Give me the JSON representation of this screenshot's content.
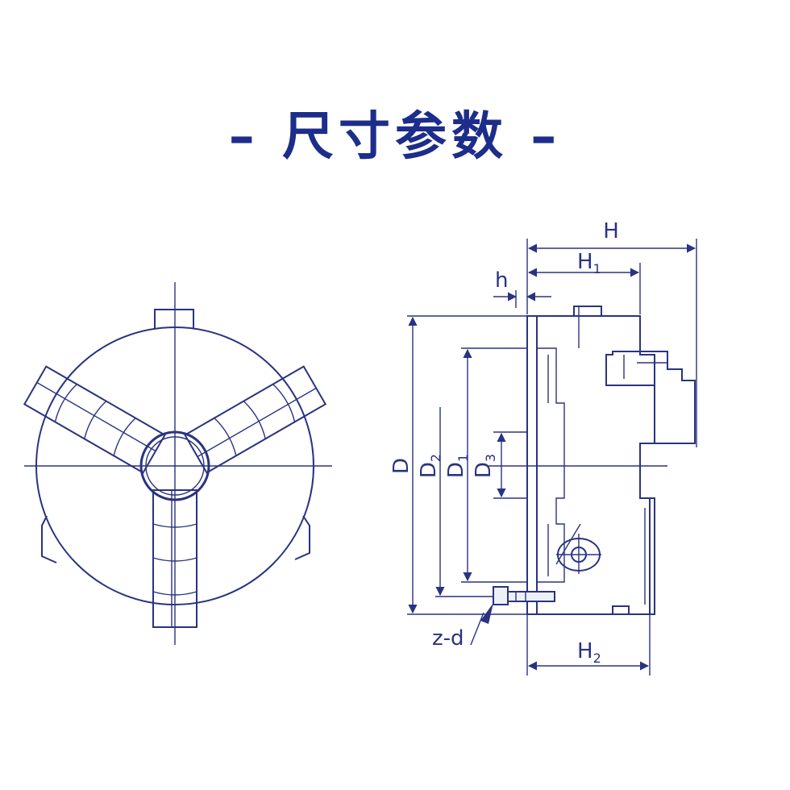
{
  "title": "– 尺寸参数 –",
  "labels": {
    "H": "H",
    "H1_main": "H",
    "H1_sub": "1",
    "h": "h",
    "D": "D",
    "D2_main": "D",
    "D2_sub": "2",
    "D1_main": "D",
    "D1_sub": "1",
    "D3_main": "D",
    "D3_sub": "3",
    "zd": "z-d",
    "H2_main": "H",
    "H2_sub": "2"
  },
  "colors": {
    "line": "#2a3380",
    "title": "#1d2d8a"
  }
}
